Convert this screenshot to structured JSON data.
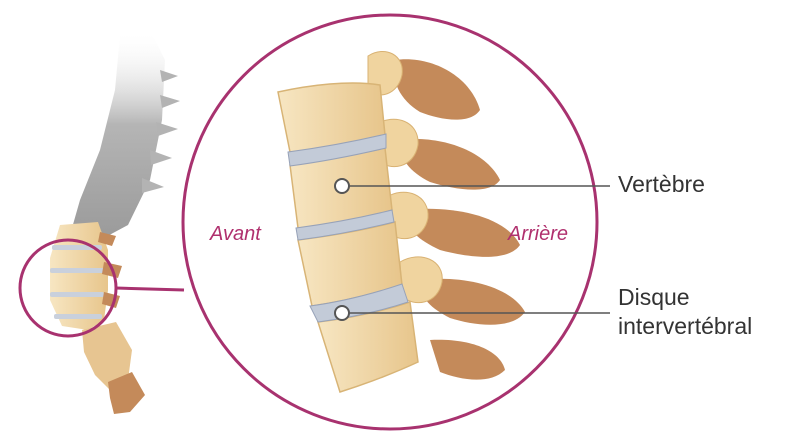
{
  "labels": {
    "front": "Avant",
    "back": "Arrière",
    "vertebra": "Vertèbre",
    "disc_line1": "Disque",
    "disc_line2": "intervertébral"
  },
  "colors": {
    "ring": "#a8326f",
    "side_text": "#b0306e",
    "bone": "#f3dcae",
    "bone_dark": "#e0b877",
    "process": "#c48a5a",
    "disc": "#b9c4d6",
    "spine_gray": "#a9a9a9",
    "leader": "#555555"
  }
}
